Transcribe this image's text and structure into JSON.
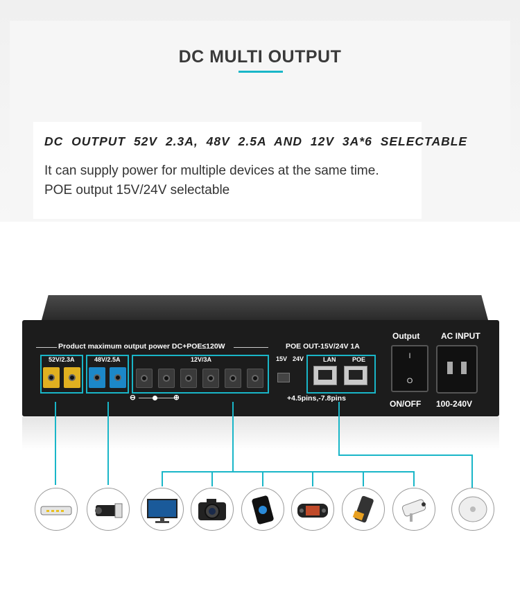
{
  "header": {
    "title": "DC MULTI OUTPUT",
    "headline": "DC OUTPUT 52V 2.3A, 48V 2.5A AND 12V 3A*6 SELECTABLE",
    "line1": "It can supply power for multiple devices at the same time.",
    "line2": "POE output 15V/24V selectable"
  },
  "device": {
    "max_power": "Product maximum output power DC+POE≤120W",
    "group_52v": "52V/2.3A",
    "group_48v": "48V/2.5A",
    "group_12v": "12V/3A",
    "polarity_minus": "⊖",
    "polarity_plus": "⊕",
    "poe_title": "POE OUT-15V/24V 1A",
    "poe_15v": "15V",
    "poe_24v": "24V",
    "lan": "LAN",
    "poe": "POE",
    "pins": "+4.5pins,-7.8pins",
    "output": "Output",
    "switch_on": "I",
    "switch_off": "O",
    "on_off": "ON/OFF",
    "ac_input": "AC INPUT",
    "ac_range": "100-240V"
  },
  "accent_color": "#19b6c8",
  "devices": [
    "router-icon",
    "camera-icon",
    "monitor-icon",
    "dslr-icon",
    "phone-icon",
    "handheld-console-icon",
    "card-terminal-icon",
    "security-camera-icon",
    "access-point-icon"
  ]
}
